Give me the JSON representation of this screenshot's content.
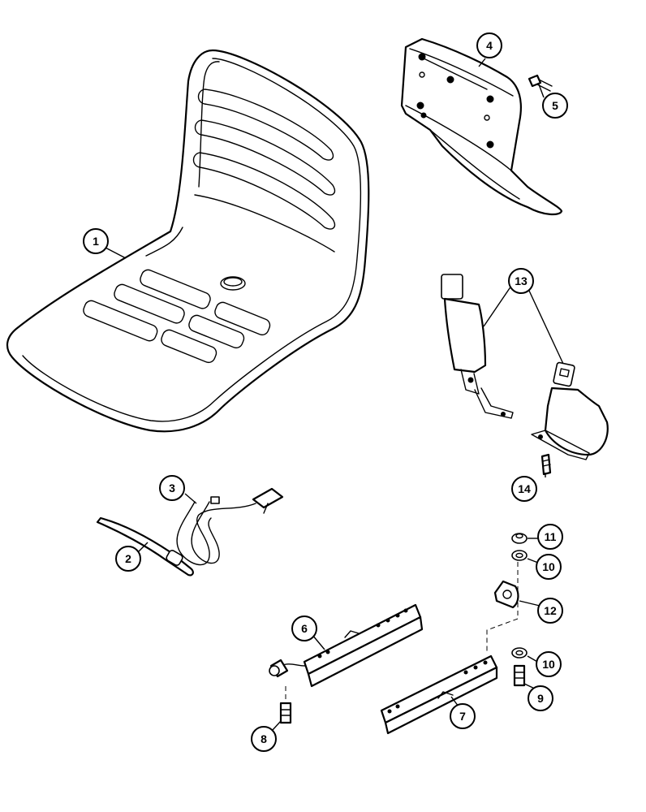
{
  "callouts": [
    {
      "id": "1",
      "label": "1"
    },
    {
      "id": "2",
      "label": "2"
    },
    {
      "id": "3",
      "label": "3"
    },
    {
      "id": "4",
      "label": "4"
    },
    {
      "id": "5",
      "label": "5"
    },
    {
      "id": "6",
      "label": "6"
    },
    {
      "id": "7",
      "label": "7"
    },
    {
      "id": "8",
      "label": "8"
    },
    {
      "id": "9",
      "label": "9"
    },
    {
      "id": "10a",
      "label": "10"
    },
    {
      "id": "10b",
      "label": "10"
    },
    {
      "id": "11",
      "label": "11"
    },
    {
      "id": "12",
      "label": "12"
    },
    {
      "id": "13",
      "label": "13"
    },
    {
      "id": "14",
      "label": "14"
    }
  ]
}
